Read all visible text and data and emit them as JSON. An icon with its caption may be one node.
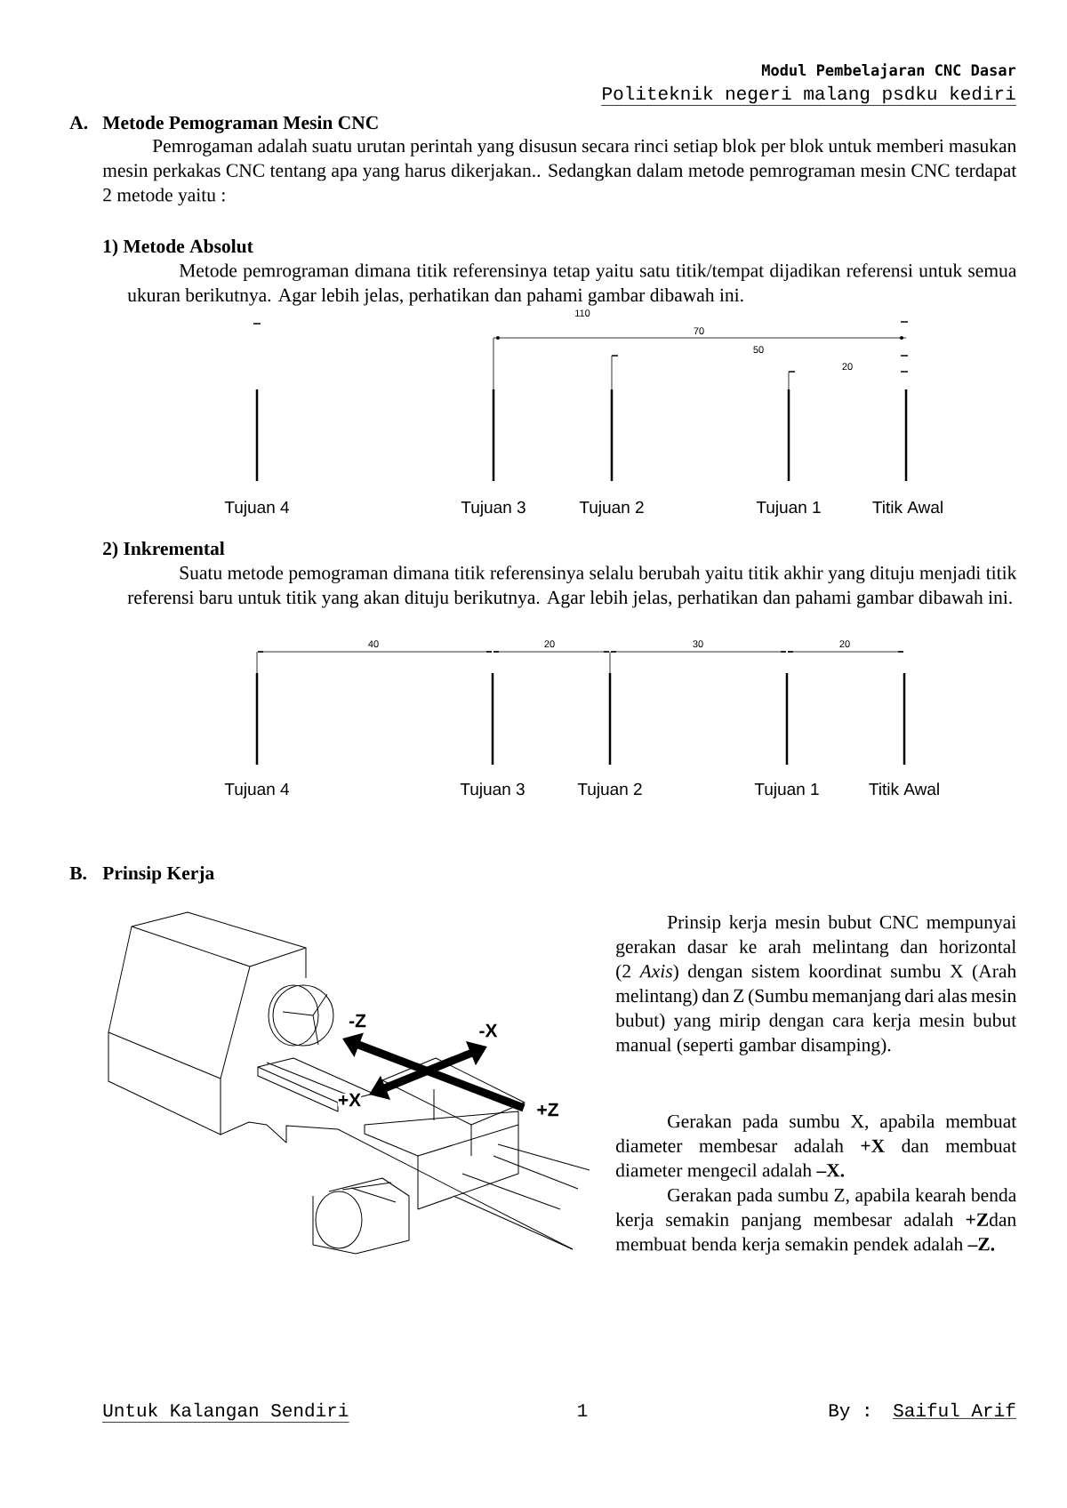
{
  "diagram": {
    "labels": [
      "Modul Pembelajaran CNC Dasar",
      "Politeknik negeri malang psdku kediri",
      "A.",
      "Metode Pemograman Mesin CNC",
      "Pemrogaman adalah suatu urutan perintah yang disusun secara rinci setiap blok per blok untuk memberi masukan mesin perkakas CNC tentang apa yang harus dikerjakan.. Sedangkan dalam metode pemrograman mesin CNC terdapat 2 metode yaitu :",
      "1) Metode Absolut",
      "Metode pemrograman dimana titik referensinya tetap yaitu satu titik/tempat dijadikan referensi untuk semua ukuran berikutnya. Agar lebih jelas, perhatikan dan pahami gambar dibawah ini.",
      "110",
      "70",
      "50",
      "20",
      "Tujuan 4",
      "Tujuan 3",
      "Tujuan 2",
      "Tujuan 1",
      "Titik Awal",
      "2) Inkremental",
      "Suatu metode pemograman dimana titik referensinya selalu berubah yaitu titik akhir yang dituju menjadi titik referensi baru untuk titik yang akan dituju berikutnya. Agar lebih jelas, perhatikan dan pahami gambar dibawah ini.",
      "40",
      "20",
      "30",
      "20",
      "Tujuan 4",
      "Tujuan 3",
      "Tujuan 2",
      "Tujuan 1",
      "Titik Awal",
      "B.",
      "Prinsip Kerja",
      "-Z",
      "-X",
      "+X",
      "+Z",
      "Prinsip kerja mesin bubut CNC mempunyai gerakan dasar ke arah melintang dan horizontal (2 *Axis*) dengan sistem koordinat sumbu X (Arah melintang) dan Z (Sumbu memanjang dari alas mesin bubut) yang mirip dengan cara kerja mesin bubut manual (seperti gambar disamping).",
      "Gerakan pada sumbu X, apabila membuat diameter membesar adalah **+X** dan membuat diameter mengecil adalah **–X.**",
      "Gerakan pada sumbu Z, apabila kearah benda kerja semakin panjang membesar adalah **+Z**dan membuat benda kerja semakin pendek adalah **–Z.**",
      "Untuk Kalangan Sendiri",
      "1",
      "By :",
      "Saiful Arif"
    ]
  }
}
